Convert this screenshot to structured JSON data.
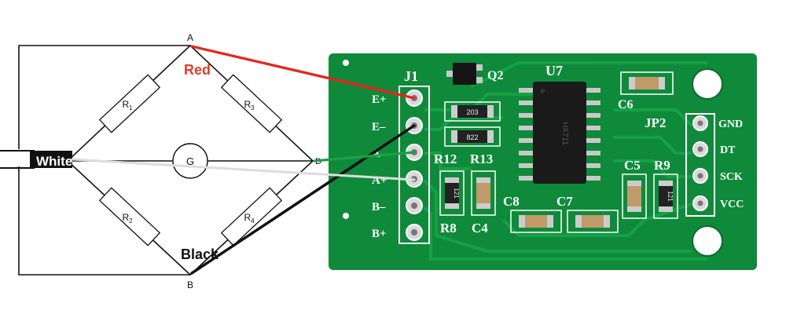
{
  "bridge": {
    "node_a": "A",
    "node_b": "B",
    "node_d": "D",
    "galvanometer": "G",
    "resistors": [
      {
        "main": "R",
        "sub": "1"
      },
      {
        "main": "R",
        "sub": "2"
      },
      {
        "main": "R",
        "sub": "3"
      },
      {
        "main": "R",
        "sub": "4"
      }
    ]
  },
  "wire_labels": {
    "red": "Red",
    "white": "White",
    "black": "Black"
  },
  "board": {
    "header_j1": "J1",
    "j1_pins": [
      "E+",
      "E–",
      "A–",
      "A+",
      "B–",
      "B+"
    ],
    "header_jp2": "JP2",
    "jp2_pins": [
      "GND",
      "DT",
      "SCK",
      "VCC"
    ],
    "chip": "U7",
    "chip_marking": "HX711",
    "transistor": "Q2",
    "components": {
      "c6": "C6",
      "c5": "C5",
      "r9": "R9",
      "r12": "R12",
      "r13": "R13",
      "c8": "C8",
      "c7": "C7",
      "r8": "R8",
      "c4": "C4"
    },
    "smd_codes": {
      "top": "203",
      "mid": "822",
      "r8": "121",
      "r9": "121"
    }
  },
  "colors": {
    "red_wire": "#e8231c",
    "green_wire": "#1aa14a",
    "white_wire": "#dcdcdc",
    "black_wire": "#111111",
    "pcb": "#0f8a3a",
    "pcb_dark": "#0b7a31",
    "label_red": "#e33b2a"
  }
}
